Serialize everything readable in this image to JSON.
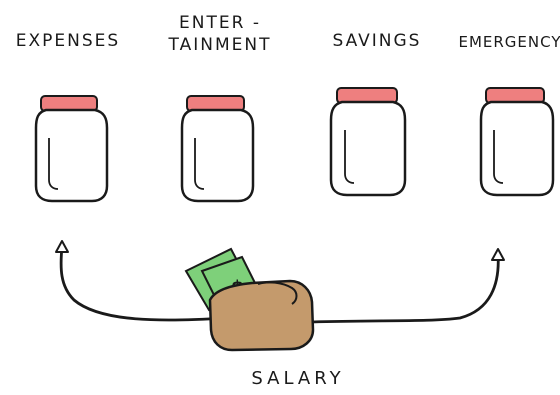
{
  "jars": [
    {
      "label": "EXPENSES"
    },
    {
      "label_line1": "ENTER -",
      "label_line2": "TAINMENT"
    },
    {
      "label": "SAVINGS"
    },
    {
      "label": "EMERGENCY"
    }
  ],
  "salary": {
    "label": "SALARY"
  },
  "money_symbol": "$",
  "colors": {
    "jar_lid": "#ee7f7f",
    "jar_outline": "#1a1a1a",
    "wallet": "#c49a6c",
    "banknote": "#7ed07a",
    "ink": "#1a1a1a"
  }
}
